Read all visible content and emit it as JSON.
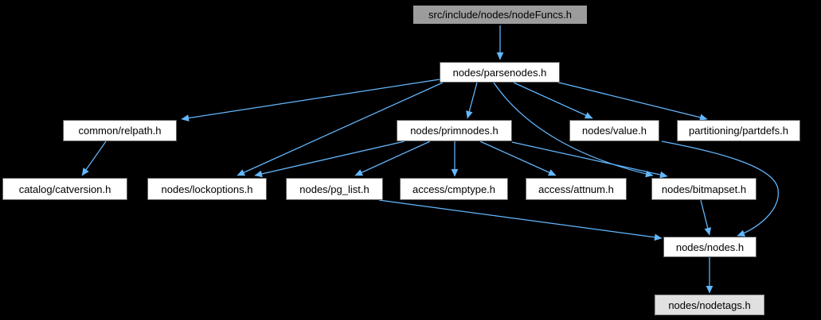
{
  "graph": {
    "kind": "include-dependency-graph",
    "colors": {
      "background": "#000000",
      "edge": "#63b8ff",
      "node_fill": "#ffffff",
      "node_border": "#5f5f5f",
      "root_fill": "#9c9c9c",
      "grey_node_fill": "#e0e0e0",
      "text": "#000000"
    },
    "nodes": [
      {
        "label": "src/include/nodes/nodeFuncs.h",
        "type": "root"
      },
      {
        "label": "nodes/parsenodes.h",
        "type": "normal"
      },
      {
        "label": "common/relpath.h",
        "type": "normal"
      },
      {
        "label": "nodes/primnodes.h",
        "type": "normal"
      },
      {
        "label": "nodes/value.h",
        "type": "normal"
      },
      {
        "label": "partitioning/partdefs.h",
        "type": "normal"
      },
      {
        "label": "catalog/catversion.h",
        "type": "normal"
      },
      {
        "label": "nodes/lockoptions.h",
        "type": "normal"
      },
      {
        "label": "nodes/pg_list.h",
        "type": "normal"
      },
      {
        "label": "access/cmptype.h",
        "type": "normal"
      },
      {
        "label": "access/attnum.h",
        "type": "normal"
      },
      {
        "label": "nodes/bitmapset.h",
        "type": "normal"
      },
      {
        "label": "nodes/nodes.h",
        "type": "normal"
      },
      {
        "label": "nodes/nodetags.h",
        "type": "grey"
      }
    ],
    "edges": [
      {
        "from": "src/include/nodes/nodeFuncs.h",
        "to": "nodes/parsenodes.h"
      },
      {
        "from": "nodes/parsenodes.h",
        "to": "common/relpath.h"
      },
      {
        "from": "nodes/parsenodes.h",
        "to": "nodes/lockoptions.h"
      },
      {
        "from": "nodes/parsenodes.h",
        "to": "nodes/primnodes.h"
      },
      {
        "from": "nodes/parsenodes.h",
        "to": "nodes/value.h"
      },
      {
        "from": "nodes/parsenodes.h",
        "to": "partitioning/partdefs.h"
      },
      {
        "from": "nodes/parsenodes.h",
        "to": "nodes/bitmapset.h"
      },
      {
        "from": "common/relpath.h",
        "to": "catalog/catversion.h"
      },
      {
        "from": "nodes/primnodes.h",
        "to": "nodes/lockoptions.h"
      },
      {
        "from": "nodes/primnodes.h",
        "to": "nodes/pg_list.h"
      },
      {
        "from": "nodes/primnodes.h",
        "to": "access/cmptype.h"
      },
      {
        "from": "nodes/primnodes.h",
        "to": "access/attnum.h"
      },
      {
        "from": "nodes/primnodes.h",
        "to": "nodes/bitmapset.h"
      },
      {
        "from": "nodes/value.h",
        "to": "nodes/nodes.h"
      },
      {
        "from": "nodes/pg_list.h",
        "to": "nodes/nodes.h"
      },
      {
        "from": "nodes/bitmapset.h",
        "to": "nodes/nodes.h"
      },
      {
        "from": "nodes/nodes.h",
        "to": "nodes/nodetags.h"
      }
    ]
  }
}
